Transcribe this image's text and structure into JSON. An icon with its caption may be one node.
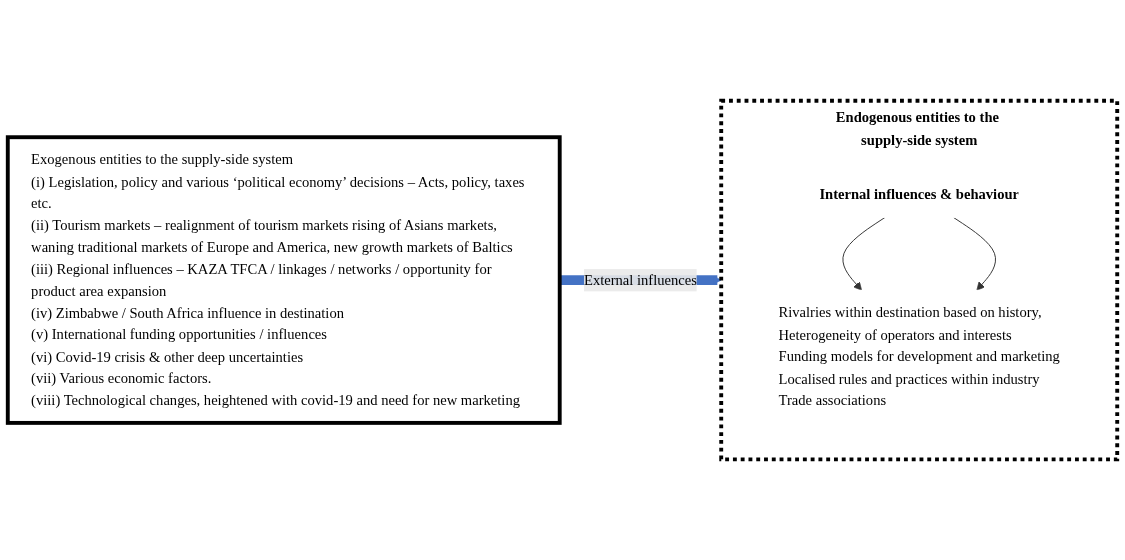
{
  "diagram": {
    "nodes": [
      {
        "text": [
          "Exogenous entities to the supply-side system",
          "(i) Legislation, policy and various ‘political economy’ decisions – Acts, policy, taxes etc.",
          "(ii) Tourism markets – realignment of tourism markets rising of Asians markets, waning traditional markets of Europe and America, new growth markets of Baltics",
          "(iii) Regional influences – KAZA TFCA / linkages / networks / opportunity for product area expansion",
          "(iv) Zimbabwe / South Africa influence in destination",
          "(v) International funding opportunities / influences",
          "(vi) Covid-19 crisis & other deep uncertainties",
          "(vii) Various economic factors.",
          "(viii) Technological changes, heightened with covid-19 and need for new marketing"
        ]
      },
      {
        "text": [
          "Endogenous entities to the supply-side system"
        ]
      },
      {
        "text": [
          "Internal influences & behaviour"
        ],
        "in": 1
      },
      {
        "text": [
          "Rivalries within destination based on history,",
          "Heterogeneity of operators and interests",
          "Funding models for development and marketing",
          "Localised rules and practices within industry",
          "Trade associations"
        ],
        "in": 1
      }
    ],
    "edges": [
      {
        "from": 0,
        "to": 1,
        "arrow": "to",
        "label": "External influences",
        "style": "thick",
        "color": "#4472c4"
      },
      {
        "from": 2,
        "to": 3,
        "arrow": "to"
      },
      {
        "from": 2,
        "to": 3,
        "arrow": "to"
      }
    ]
  }
}
